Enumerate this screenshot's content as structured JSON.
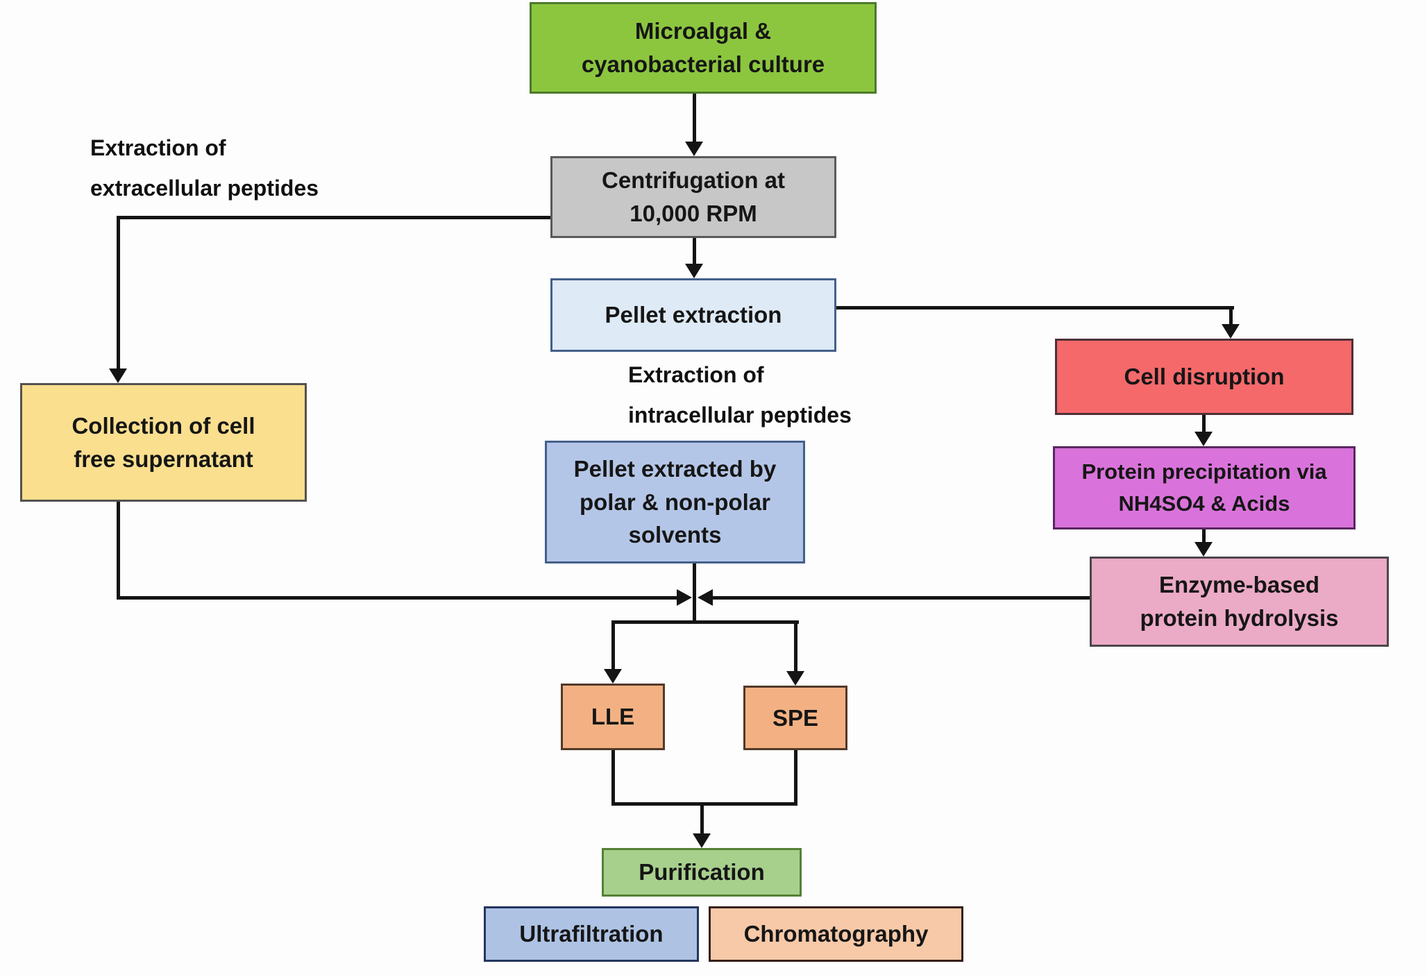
{
  "diagram": {
    "type": "flowchart",
    "subject": "Peptide extraction workflow from microalgal and cyanobacterial cultures",
    "line_color": "#141414",
    "nodes": {
      "culture": {
        "label": "Microalgal &\ncyanobacterial culture",
        "bg": "#8CC63F",
        "border": "#4c7a2b"
      },
      "centrifugation": {
        "label": "Centrifugation at\n10,000 RPM",
        "bg": "#C7C7C7",
        "border": "#5a5a5a"
      },
      "pellet_extraction": {
        "label": "Pellet extraction",
        "bg": "#DEEAF6",
        "border": "#44608a"
      },
      "supernatant": {
        "label": "Collection of cell\nfree supernatant",
        "bg": "#FADF8F",
        "border": "#53524e"
      },
      "pellet_extracted": {
        "label": "Pellet extracted by\npolar & non-polar\nsolvents",
        "bg": "#B4C6E7",
        "border": "#44608a"
      },
      "cell_disruption": {
        "label": "Cell disruption",
        "bg": "#F5696B",
        "border": "#4e3038"
      },
      "protein_precipitation": {
        "label": "Protein precipitation via\nNH4SO4 & Acids",
        "bg": "#D973DB",
        "border": "#59275f"
      },
      "enzyme_hydrolysis": {
        "label": "Enzyme-based\nprotein hydrolysis",
        "bg": "#EBAAC6",
        "border": "#4c464a"
      },
      "lle": {
        "label": "LLE",
        "bg": "#F3B183",
        "border": "#51392a"
      },
      "spe": {
        "label": "SPE",
        "bg": "#F3B183",
        "border": "#51392a"
      },
      "purification": {
        "label": "Purification",
        "bg": "#A8D08D",
        "border": "#538135"
      },
      "ultrafiltration": {
        "label": "Ultrafiltration",
        "bg": "#AEC3E4",
        "border": "#24365e"
      },
      "chromatography": {
        "label": "Chromatography",
        "bg": "#F7C9A8",
        "border": "#362018"
      }
    },
    "annotations": {
      "extracellular": "Extraction of\nextracellular peptides",
      "intracellular": "Extraction of\nintracellular peptides"
    }
  }
}
